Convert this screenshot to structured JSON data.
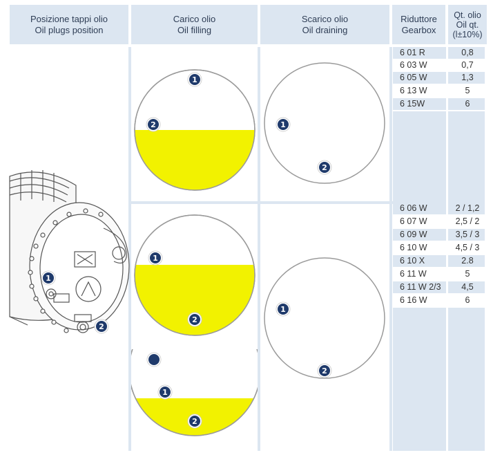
{
  "headers": {
    "position": {
      "line1": "Posizione tappi olio",
      "line2": "Oil plugs position"
    },
    "filling": {
      "line1": "Carico olio",
      "line2": "Oil filling"
    },
    "draining": {
      "line1": "Scarico olio",
      "line2": "Oil draining"
    },
    "gearbox": {
      "line1": "Riduttore",
      "line2": "Gearbox"
    },
    "qty": {
      "line1": "Qt. olio",
      "line2": "Oil qt.",
      "line3": "(l±10%)"
    }
  },
  "group1": [
    {
      "gearbox": "6 01 R",
      "qty": "0,8"
    },
    {
      "gearbox": "6 03 W",
      "qty": "0,7"
    },
    {
      "gearbox": "6 05 W",
      "qty": "1,3"
    },
    {
      "gearbox": "6 13 W",
      "qty": "5"
    },
    {
      "gearbox": "6 15W",
      "qty": "6"
    }
  ],
  "group2": [
    {
      "gearbox": "6 06 W",
      "qty": "2 / 1,2"
    },
    {
      "gearbox": "6 07 W",
      "qty": "2,5 / 2"
    },
    {
      "gearbox": "6 09 W",
      "qty": "3,5 / 3"
    },
    {
      "gearbox": "6 10 W",
      "qty": "4,5 / 3"
    },
    {
      "gearbox": "6 10 X",
      "qty": "2.8"
    },
    {
      "gearbox": "6 11 W",
      "qty": "5"
    },
    {
      "gearbox": "6 11 W 2/3",
      "qty": "4,5"
    },
    {
      "gearbox": "6 16 W",
      "qty": "6"
    }
  ],
  "markers": {
    "plug1": "1",
    "plug2": "2"
  },
  "colors": {
    "header_bg": "#dce6f1",
    "oil": "#f2f200",
    "marker": "#1f3a6b"
  }
}
